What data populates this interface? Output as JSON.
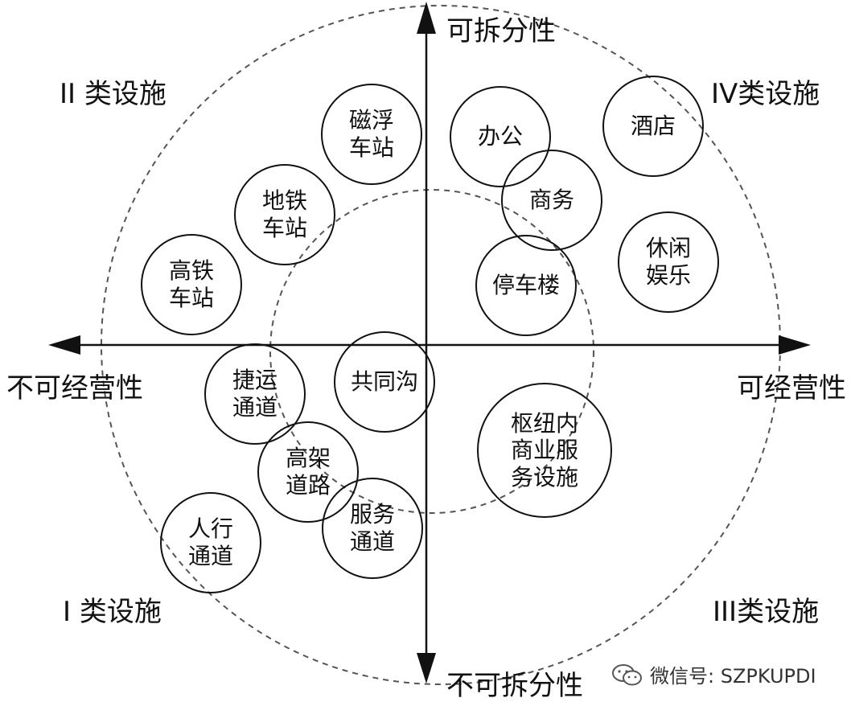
{
  "axes": {
    "top": "可拆分性",
    "bottom": "不可拆分性",
    "left": "不可经营性",
    "right": "可经营性"
  },
  "quadrants": {
    "top_left": "II 类设施",
    "top_right": "IV类设施",
    "bottom_left": "I 类设施",
    "bottom_right": "III类设施"
  },
  "nodes": [
    {
      "id": "maglev",
      "lines": [
        "磁浮",
        "车站"
      ]
    },
    {
      "id": "metro",
      "lines": [
        "地铁",
        "车站"
      ]
    },
    {
      "id": "hsr",
      "lines": [
        "高铁",
        "车站"
      ]
    },
    {
      "id": "office",
      "lines": [
        "办公"
      ]
    },
    {
      "id": "business",
      "lines": [
        "商务"
      ]
    },
    {
      "id": "hotel",
      "lines": [
        "酒店"
      ]
    },
    {
      "id": "leisure",
      "lines": [
        "休闲",
        "娱乐"
      ]
    },
    {
      "id": "parking",
      "lines": [
        "停车楼"
      ]
    },
    {
      "id": "tunnel",
      "lines": [
        "共同沟"
      ]
    },
    {
      "id": "transfer",
      "lines": [
        "捷运",
        "通道"
      ]
    },
    {
      "id": "elevated",
      "lines": [
        "高架",
        "道路"
      ]
    },
    {
      "id": "service",
      "lines": [
        "服务",
        "通道"
      ]
    },
    {
      "id": "pedestrian",
      "lines": [
        "人行",
        "通道"
      ]
    },
    {
      "id": "hub",
      "lines": [
        "枢纽内",
        "商业服",
        "务设施"
      ]
    }
  ],
  "watermark": {
    "text": "微信号: SZPKUPDI",
    "icon": "wechat-icon"
  },
  "colors": {
    "stroke": "#111111",
    "dashed": "#555555",
    "background": "#ffffff"
  }
}
